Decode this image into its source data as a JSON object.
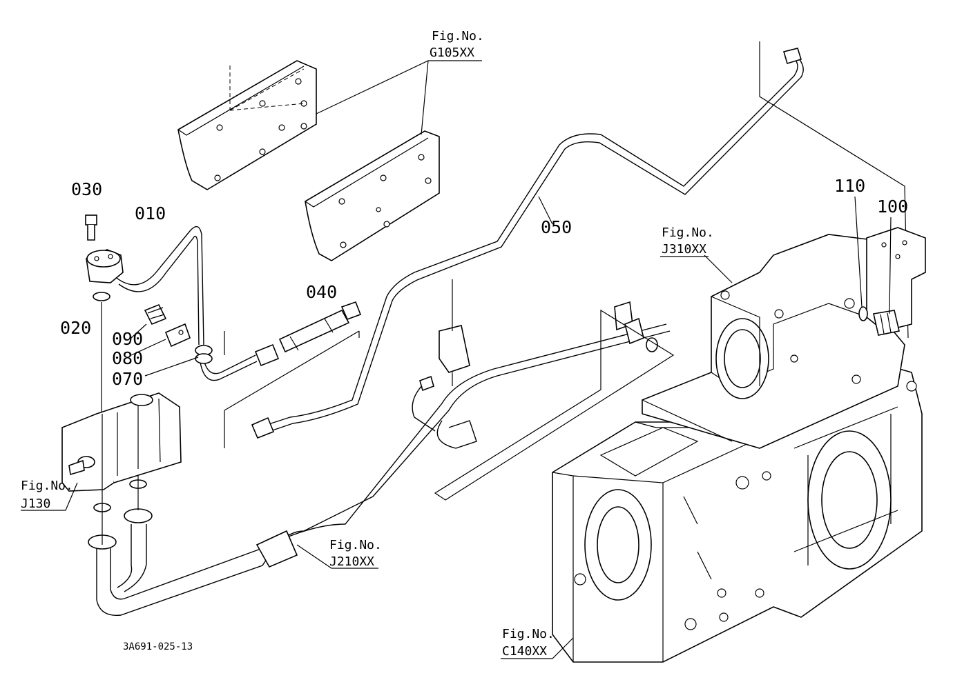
{
  "parts": {
    "p010": "010",
    "p020": "020",
    "p030": "030",
    "p040": "040",
    "p050": "050",
    "p070": "070",
    "p080": "080",
    "p090": "090",
    "p100": "100",
    "p110": "110"
  },
  "figrefs": {
    "g105": {
      "prefix": "Fig.No.",
      "code": "G105XX"
    },
    "j310": {
      "prefix": "Fig.No.",
      "code": "J310XX"
    },
    "j130": {
      "prefix": "Fig.No.",
      "code": "J130"
    },
    "j210": {
      "prefix": "Fig.No.",
      "code": "J210XX"
    },
    "c140": {
      "prefix": "Fig.No.",
      "code": "C140XX"
    }
  },
  "drawing_code": "3A691-025-13"
}
